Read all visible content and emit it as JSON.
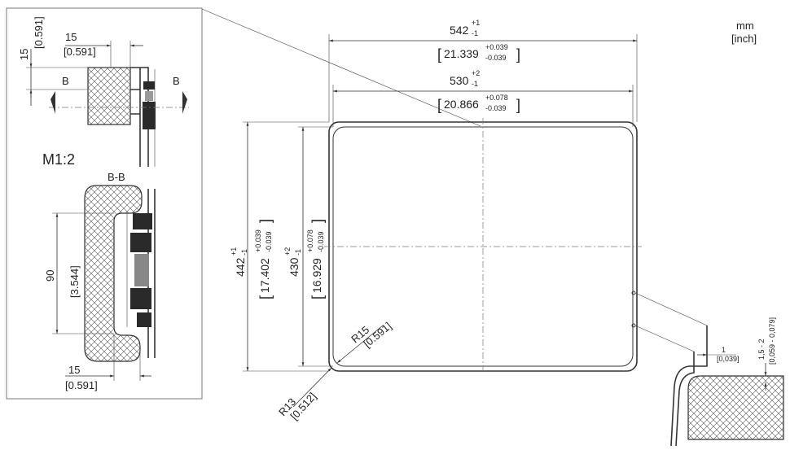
{
  "units": {
    "mm": "mm",
    "inch": "[inch]"
  },
  "detail": {
    "scale_label": "M1:2",
    "section_marker": "B",
    "section_label": "B-B",
    "top_vertical": {
      "mm": "15",
      "inch": "[0.591]"
    },
    "top_horizontal": {
      "mm": "15",
      "inch": "[0.591]"
    },
    "height": {
      "mm": "90",
      "inch": "[3.544]"
    },
    "bottom_horizontal": {
      "mm": "15",
      "inch": "[0.591]"
    }
  },
  "main": {
    "outer_width": {
      "mm": "542",
      "tol_upper": "+1",
      "tol_lower": "-1",
      "inch": "21.339",
      "inch_upper": "+0.039",
      "inch_lower": "-0.039"
    },
    "inner_width": {
      "mm": "530",
      "tol_upper": "+2",
      "tol_lower": "-1",
      "inch": "20.866",
      "inch_upper": "+0.078",
      "inch_lower": "-0.039"
    },
    "outer_height": {
      "mm": "442",
      "tol_upper": "+1",
      "tol_lower": "-1",
      "inch": "17.402",
      "inch_upper": "+0.039",
      "inch_lower": "-0.039"
    },
    "inner_height": {
      "mm": "430",
      "tol_upper": "+2",
      "tol_lower": "-1",
      "inch": "16.929",
      "inch_upper": "+0.078",
      "inch_lower": "-0.039"
    },
    "inner_radius": {
      "mm": "R15",
      "inch": "[0.591]"
    },
    "outer_radius": {
      "mm": "R13",
      "inch": "[0.512]"
    }
  },
  "edge_detail": {
    "gap": {
      "mm": "1",
      "inch": "[0,039]"
    },
    "thickness": {
      "mm": "1,5 - 2",
      "inch": "[0,059 - 0,079]"
    }
  }
}
